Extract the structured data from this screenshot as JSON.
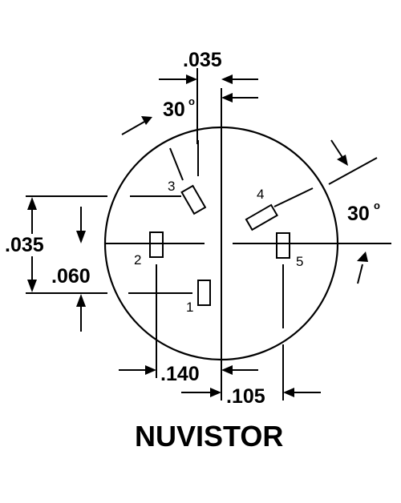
{
  "title": "NUVISTOR",
  "dimensions": {
    "top_width": ".035",
    "left_outer": ".035",
    "left_inner": ".060",
    "bottom_left": ".140",
    "bottom_right": ".105",
    "angle_upper_left": "30",
    "angle_right": "30",
    "degree_mark": "o"
  },
  "pins": [
    "1",
    "2",
    "3",
    "4",
    "5"
  ]
}
